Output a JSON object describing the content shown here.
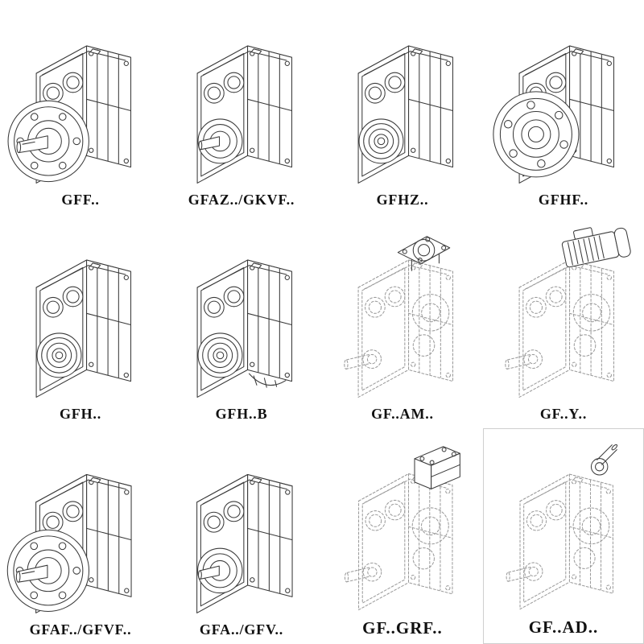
{
  "colors": {
    "ink": "#3a3a3a",
    "dashed_ink": "#9b9b9b",
    "background": "#ffffff"
  },
  "grid": {
    "items": [
      {
        "label": "GFF..",
        "alt": "gearbox line drawing, round output flange with bolt holes and solid shaft"
      },
      {
        "label": "GFAZ../GKVF..",
        "alt": "gearbox line drawing, machined output bore with short shaft stub"
      },
      {
        "label": "GFHZ..",
        "alt": "gearbox line drawing, hollow shaft with shrink-disc bore"
      },
      {
        "label": "GFHF..",
        "alt": "gearbox line drawing, large front output flange with six bolt holes"
      },
      {
        "label": "GFH..",
        "alt": "gearbox line drawing, hollow output shaft with concentric rings"
      },
      {
        "label": "GFH..B",
        "alt": "gearbox line drawing, hollow shaft version with backstop cover"
      },
      {
        "label": "GF..AM..",
        "alt": "phantom dashed gearbox with square motor adapter flange on top"
      },
      {
        "label": "GF..Y..",
        "alt": "phantom dashed gearbox with finned electric motor mounted on top"
      },
      {
        "label": "GFAF../GFVF..",
        "alt": "gearbox line drawing, round output flange with bolt holes and solid shaft"
      },
      {
        "label": "GFA../GFV..",
        "alt": "gearbox line drawing, machined output bore with short shaft stub"
      },
      {
        "label": "GF..GRF..",
        "alt": "phantom dashed gearbox with solid input adapter housing on top"
      },
      {
        "label": "GF..AD..",
        "alt": "phantom dashed gearbox with free input shaft end on top"
      }
    ]
  }
}
